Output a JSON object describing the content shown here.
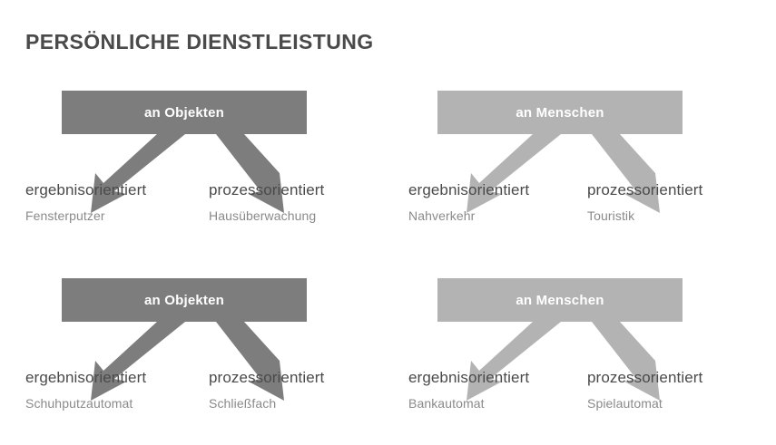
{
  "header": {
    "title": "PERSÖNLICHE DIENSTLEISTUNG"
  },
  "colors": {
    "background": "#ffffff",
    "title_text": "#4a4a4a",
    "box_dark": "#7d7d7d",
    "box_light": "#b3b3b3",
    "box_label_text": "#ffffff",
    "leaf_primary_text": "#4a4a4a",
    "leaf_secondary_text": "#8a8a8a",
    "arrow_dark": "#7d7d7d",
    "arrow_light": "#b3b3b3"
  },
  "groups": [
    {
      "id": "top-left",
      "tone": "dark",
      "box_label": "an Objekten",
      "left_branch": {
        "label": "ergebnisorientiert",
        "example": "Fensterputzer"
      },
      "right_branch": {
        "label": "prozessorientiert",
        "example": "Hausüberwachung"
      }
    },
    {
      "id": "top-right",
      "tone": "light",
      "box_label": "an Menschen",
      "left_branch": {
        "label": "ergebnisorientiert",
        "example": "Nahverkehr"
      },
      "right_branch": {
        "label": "prozessorientiert",
        "example": "Touristik"
      }
    },
    {
      "id": "bottom-left",
      "tone": "dark",
      "box_label": "an Objekten",
      "left_branch": {
        "label": "ergebnisorientiert",
        "example": "Schuhputzautomat"
      },
      "right_branch": {
        "label": "prozessorientiert",
        "example": "Schließfach"
      }
    },
    {
      "id": "bottom-right",
      "tone": "light",
      "box_label": "an Menschen",
      "left_branch": {
        "label": "ergebnisorientiert",
        "example": "Bankautomat"
      },
      "right_branch": {
        "label": "prozessorientiert",
        "example": "Spielautomat"
      }
    }
  ]
}
